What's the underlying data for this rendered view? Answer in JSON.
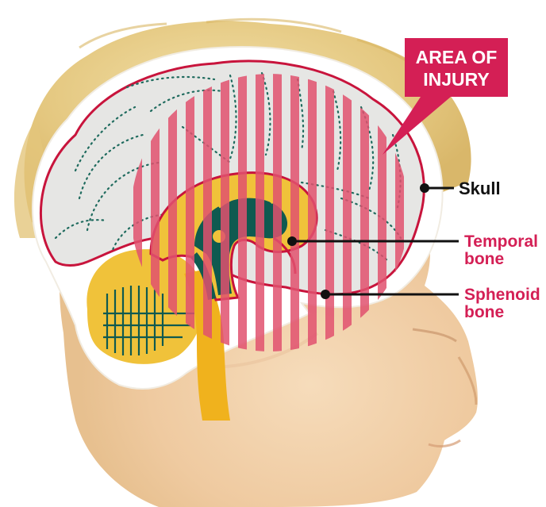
{
  "callout": {
    "line1": "AREA OF",
    "line2": "INJURY"
  },
  "labels": {
    "skull": "Skull",
    "temporal_line1": "Temporal",
    "temporal_line2": "bone",
    "sphenoid_line1": "Sphenoid",
    "sphenoid_line2": "bone"
  },
  "colors": {
    "injury_stripe": "#e0516e",
    "callout_fill": "#d41f55",
    "bone_label": "#d41f55",
    "skull_label": "#111111",
    "brain_outline": "#c8143c",
    "brain_fill": "#e6e6e4",
    "cerebellum": "#f0c23a",
    "brainstem": "#f0b21d",
    "inner_structure": "#0f5a50",
    "hair": "#e9d08f",
    "skin": "#f3d2ad"
  }
}
